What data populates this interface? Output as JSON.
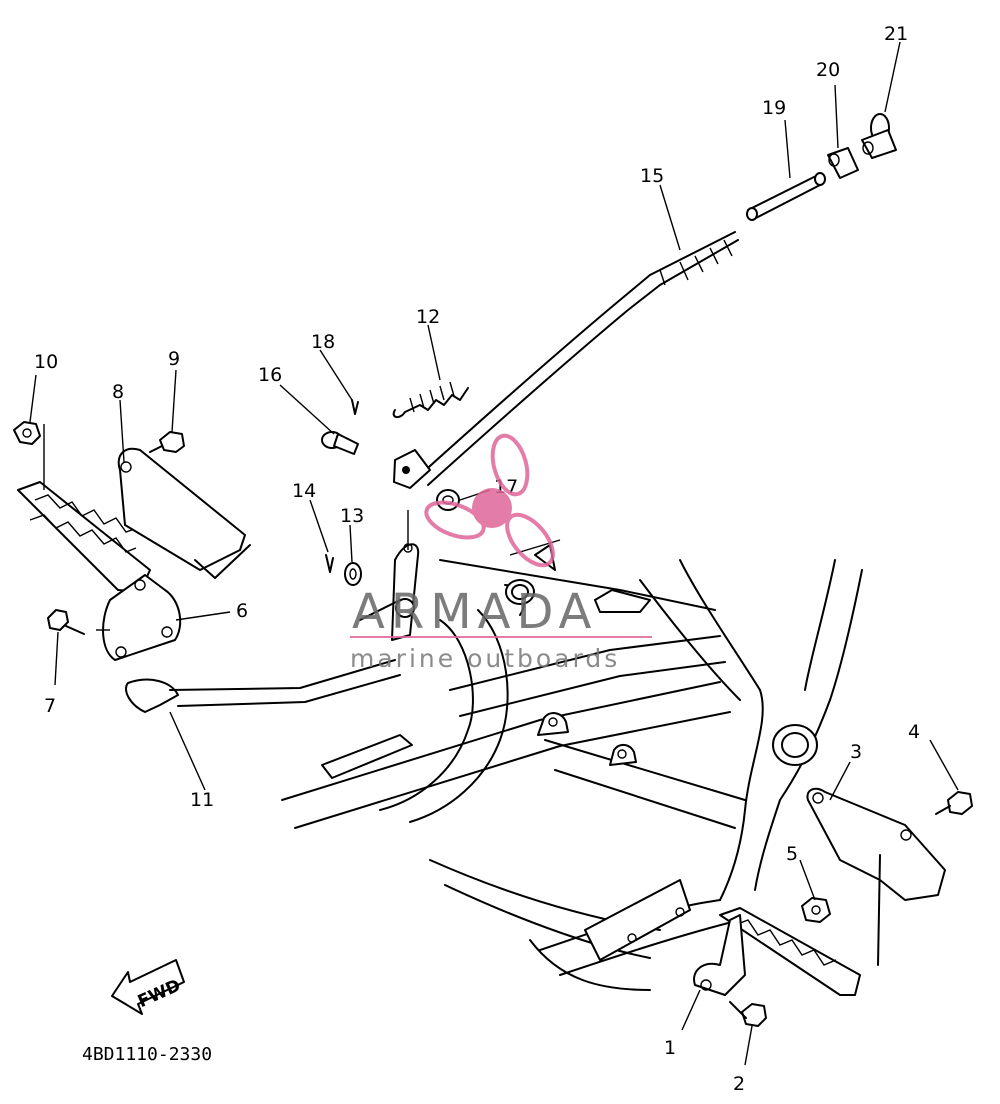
{
  "diagram": {
    "drawing_code": "4BD1110-2330",
    "direction_label": "FWD",
    "callouts": [
      "1",
      "2",
      "3",
      "4",
      "5",
      "6",
      "7",
      "8",
      "9",
      "10",
      "11",
      "12",
      "13",
      "14",
      "15",
      "16",
      "17",
      "18",
      "19",
      "20",
      "21"
    ]
  },
  "watermark": {
    "brand": "ARMADA",
    "tagline": "marine outboards",
    "color": "#e0669a"
  }
}
